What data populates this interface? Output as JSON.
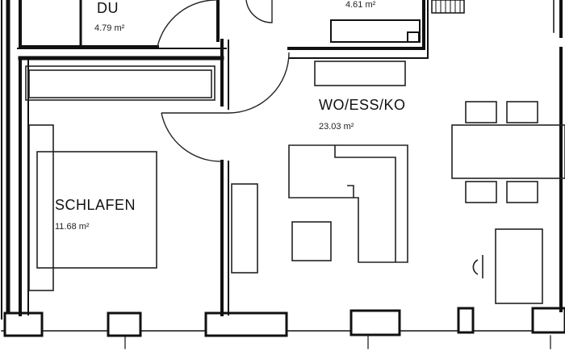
{
  "rooms": {
    "shower": {
      "name": "DU",
      "area": "4.79 m²"
    },
    "bath": {
      "area": "4.61 m²"
    },
    "living": {
      "name": "WO/ESS/KO",
      "area": "23.03 m²"
    },
    "bedroom": {
      "name": "SCHLAFEN",
      "area": "11.68 m²"
    }
  }
}
